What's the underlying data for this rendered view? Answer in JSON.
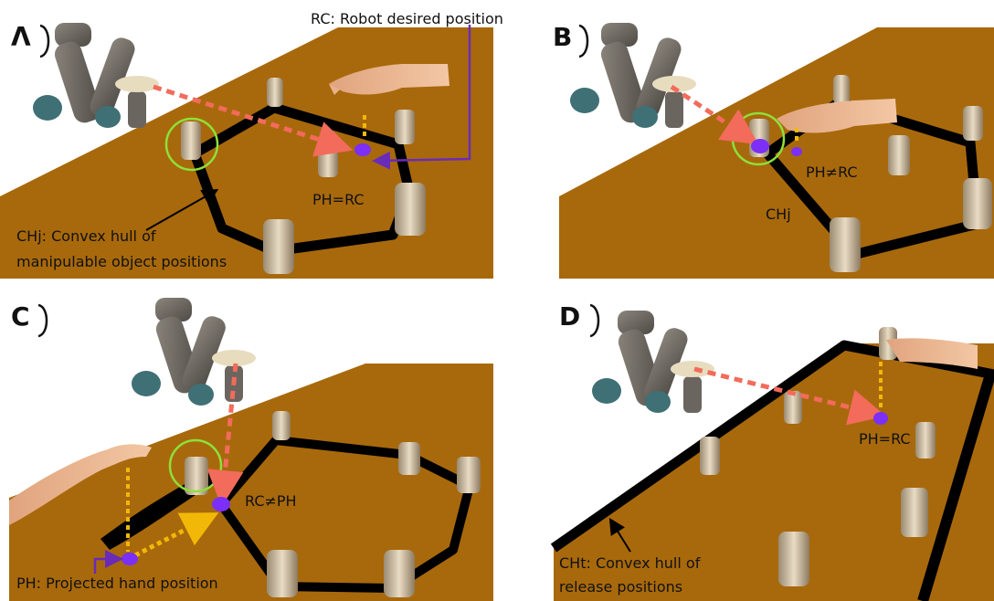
{
  "panels": {
    "a": {
      "letter": "Λ",
      "rc_label": "RC: Robot desired position",
      "equality": "PH=RC",
      "hull_line1": "CHj: Convex hull of",
      "hull_line2": "manipulable object positions"
    },
    "b": {
      "letter": "B",
      "inequality": "PH≠RC",
      "hull": "CHj"
    },
    "c": {
      "letter": "C",
      "inequality": "RC≠PH",
      "ph_label": "PH: Projected hand position"
    },
    "d": {
      "letter": "D",
      "equality": "PH=RC",
      "hull_line1": "CHt: Convex hull of",
      "hull_line2": "release positions"
    }
  },
  "colors": {
    "table": "#a8690c",
    "hull": "#000000",
    "robot_path": "#f26b5b",
    "hand_path": "#f2b807",
    "marker": "#7b2ff7",
    "grasp_circle": "#8ee03a",
    "annotation": "#6a2bb8"
  }
}
